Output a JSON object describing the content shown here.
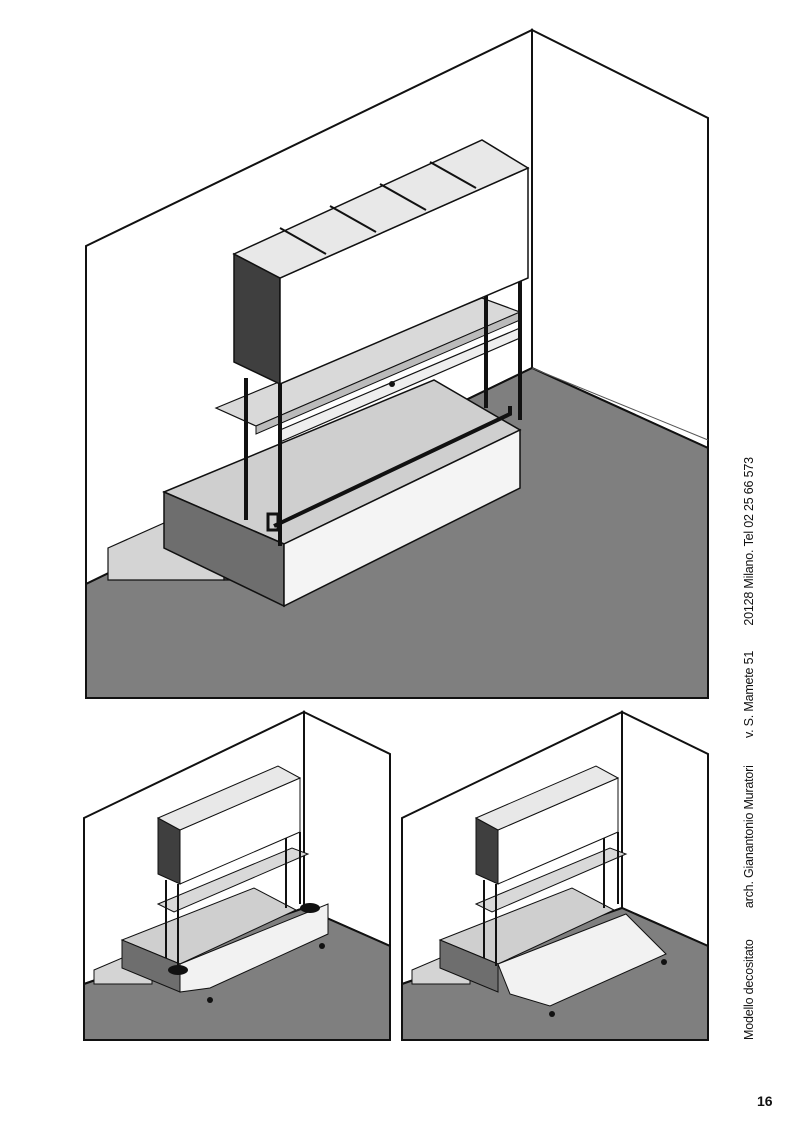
{
  "caption": {
    "model": "Modello decositato",
    "architect": "arch. Gianantonio Muratori",
    "address": "v. S. Mamete 51",
    "city": "20128 Milano.",
    "phone": "Tel 02  25 66 573"
  },
  "page_number": "16",
  "colors": {
    "floor": "#7f7f7f",
    "wall": "#ffffff",
    "cabinet_side": "#3f3f3f",
    "platform_top": "#cfcfcf",
    "platform_side": "#6e6e6e",
    "shelf": "#d9d9d9",
    "line": "#111111"
  },
  "illustrations": [
    {
      "id": "main",
      "subject": "room-with-bed-unit"
    },
    {
      "id": "left",
      "subject": "bed-partially-deployed"
    },
    {
      "id": "right",
      "subject": "bed-fully-deployed"
    }
  ]
}
